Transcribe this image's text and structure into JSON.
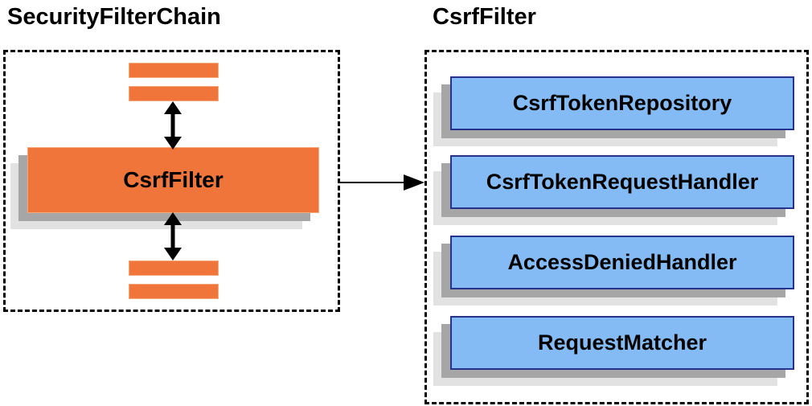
{
  "page": {
    "left_section": {
      "title": "SecurityFilterChain",
      "filter_chain": {
        "top_bar_count": 2,
        "bottom_bar_count": 2,
        "csrf_filter_label": "CsrfFilter"
      }
    },
    "right_section": {
      "title": "CsrfFilter",
      "components": [
        "CsrfTokenRepository",
        "CsrfTokenRequestHandler",
        "AccessDeniedHandler",
        "RequestMatcher"
      ]
    },
    "icons": {
      "bidirectional_arrow": "up-down-arrow-icon",
      "flow_arrow": "right-arrow-icon"
    },
    "colors": {
      "orange_fill": "#F0753B",
      "orange_border": "#F5A87C",
      "blue_fill": "#85BBF4",
      "blue_border": "#25338C",
      "shadow_dark": "#A6A6A6",
      "shadow_light": "#E2E2E2",
      "dashed_border": "#000000",
      "arrow": "#000000",
      "text": "#000000"
    }
  }
}
